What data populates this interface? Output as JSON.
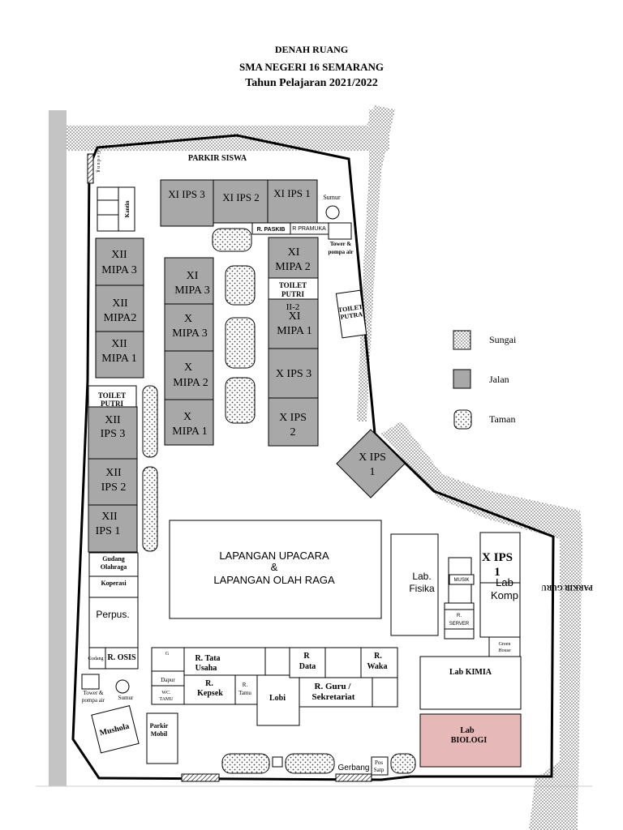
{
  "header": {
    "line1": "DENAH RUANG",
    "line2": "SMA NEGERI 16 SEMARANG",
    "line3": "Tahun Pelajaran 2021/2022"
  },
  "colors": {
    "jalan": "#a8a8a8",
    "sungai": "#d8d8d8",
    "taman": "#e2e2e2",
    "lab_biologi": "#e6b8b8",
    "outline": "#000000"
  },
  "labels": {
    "parkir_siswa": "PARKIR SISWA",
    "gedung_top": "G e d u n g",
    "xi_ips3": "XI IPS 3",
    "xi_ips2": "XI IPS 2",
    "xi_ips1": "XI IPS 1",
    "sumur_top": "Sumur",
    "kantin": "Kantin",
    "r_paskib": "R. PASKIB",
    "r_pramuka": "R PRAMUKA",
    "tower_top_1": "Tower &",
    "tower_top_2": "pompa air",
    "xii_mipa3_a": "XII",
    "xii_mipa3_b": "MIPA 3",
    "xii_mipa2_a": "XII",
    "xii_mipa2_b": "MIPA2",
    "xii_mipa1_a": "XII",
    "xii_mipa1_b": "MIPA 1",
    "xi_mipa3_a": "XI",
    "xi_mipa3_b": "MIPA 3",
    "x_mipa3_a": "X",
    "x_mipa3_b": "MIPA 3",
    "x_mipa2_a": "X",
    "x_mipa2_b": "MIPA 2",
    "x_mipa1_a": "X",
    "x_mipa1_b": "MIPA 1",
    "xi_mipa2_a": "XI",
    "xi_mipa2_b": "MIPA 2",
    "toilet_putri_top_a": "TOILET",
    "toilet_putri_top_b": "PUTRI",
    "ii2": "II-2",
    "xi_mipa1_a": "XI",
    "xi_mipa1_b": "MIPA 1",
    "toilet_putra_a": "TOILET",
    "toilet_putra_b": "PUTRA",
    "x_ips3": "X IPS 3",
    "x_ips2_a": "X IPS",
    "x_ips2_b": "2",
    "toilet_putri_left_a": "TOILET",
    "toilet_putri_left_b": "PUTRI",
    "xii_ips3_a": "XII",
    "xii_ips3_b": "IPS 3",
    "xii_ips2_a": "XII",
    "xii_ips2_b": "IPS 2",
    "xii_ips1_a": "XII",
    "xii_ips1_b": "IPS 1",
    "x_ips1_diamond_a": "X IPS",
    "x_ips1_diamond_b": "1",
    "lapangan_1": "LAPANGAN UPACARA",
    "lapangan_2": "&",
    "lapangan_3": "LAPANGAN OLAH RAGA",
    "gudang_or_a": "Gudang",
    "gudang_or_b": "Olahraga",
    "koperasi": "Koperasi",
    "perpus": "Perpus.",
    "gudang_small": "Gudang",
    "r_osis": "R. OSIS",
    "lab_fisika_a": "Lab.",
    "lab_fisika_b": "Fisika",
    "musik": "MUSIK",
    "r_server_a": "R.",
    "r_server_b": "SERVER",
    "x_ips1_right_a": "X IPS",
    "x_ips1_right_b": "1",
    "lab_komp_a": "Lab",
    "lab_komp_b": "Komp",
    "parkir_guru": "PARKIR GURU",
    "green_house_a": "Green",
    "green_house_b": "House",
    "g": "G",
    "r_tata_usaha_a": "R. Tata",
    "r_tata_usaha_b": "Usaha",
    "r_data_a": "R",
    "r_data_b": "Data",
    "r_waka_a": "R.",
    "r_waka_b": "Waka",
    "dapur": "Dapur",
    "wc_tamu_a": "WC.",
    "wc_tamu_b": "TAMU",
    "r_kepsek_a": "R.",
    "r_kepsek_b": "Kepsek",
    "r_tamu_a": "R.",
    "r_tamu_b": "Tamu",
    "lobi": "Lobi",
    "r_guru_a": "R. Guru /",
    "r_guru_b": "Sekretariat",
    "lab_kimia": "Lab KIMIA",
    "tower_bottom_a": "Tower &",
    "tower_bottom_b": "pompa air",
    "sumur_bottom": "Sumur",
    "mushola": "Mushola",
    "parkir_mobil_a": "Parkir",
    "parkir_mobil_b": "Mobil",
    "lab_biologi_a": "Lab",
    "lab_biologi_b": "BIOLOGI",
    "gerbang": "Gerbang",
    "pos_satpam_a": "Pos",
    "pos_satpam_b": "Satp"
  },
  "legend": [
    {
      "pattern": "sungai",
      "label": "Sungai"
    },
    {
      "pattern": "jalan",
      "label": "Jalan"
    },
    {
      "pattern": "taman",
      "label": "Taman"
    }
  ]
}
